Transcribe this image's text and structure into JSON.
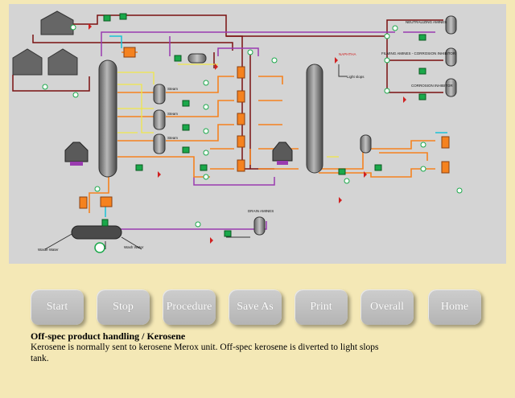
{
  "diagram": {
    "labels": {
      "neutralizing": "NEUTRALIZING AMINES",
      "filming": "FILMING AMINES - CORROSION INHIBITOR",
      "corrosion": "CORROSION INHIBITOR",
      "drain": "DRAIN AMINES",
      "steam1": "Steam",
      "steam2": "Steam",
      "steam3": "Steam",
      "naphtha": "NAPHTHA",
      "light_slops": "Light slops",
      "waste_water": "Waste Water",
      "wash_water": "Wash Water"
    },
    "colors": {
      "orange": "#f5821f",
      "purple": "#9a3bb0",
      "yellow": "#f0e64a",
      "cyan": "#19c2d6",
      "dark_red": "#7a1010",
      "green": "#1aa84a"
    }
  },
  "buttons": {
    "start": "Start",
    "stop": "Stop",
    "procedure": "Procedure",
    "save_as": "Save As",
    "print": "Print",
    "overall": "Overall",
    "home": "Home"
  },
  "caption": {
    "title": "Off-spec product handling / Kerosene",
    "text": "Kerosene is normally sent to kerosene Merox unit. Off-spec kerosene is diverted to light slops tank."
  }
}
